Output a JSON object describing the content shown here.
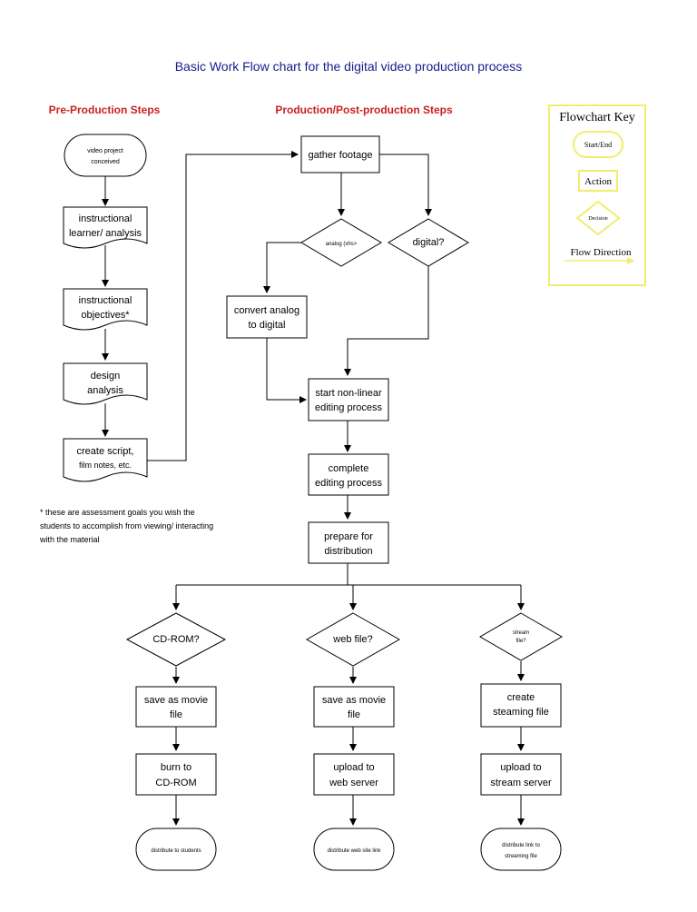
{
  "title": "Basic Work Flow chart for the digital video production process",
  "sections": {
    "pre": "Pre-Production Steps",
    "post": "Production/Post-production Steps"
  },
  "nodes": {
    "video_conceived": [
      "video project",
      "conceived"
    ],
    "instructional_analysis": [
      "instructional",
      "learner/ analysis"
    ],
    "instructional_objectives": [
      "instructional",
      "objectives*"
    ],
    "design_analysis": [
      "design",
      "analysis"
    ],
    "create_script": [
      "create script,",
      "film notes, etc."
    ],
    "gather_footage": [
      "gather footage"
    ],
    "analog": [
      "analog (vhs>"
    ],
    "digital": [
      "digital?"
    ],
    "convert_analog": [
      "convert analog",
      "to digital"
    ],
    "start_editing": [
      "start non-linear",
      "editing process"
    ],
    "complete_editing": [
      "complete",
      "editing process"
    ],
    "prepare_distribution": [
      "prepare for",
      "distribution"
    ],
    "cdrom_q": [
      "CD-ROM?"
    ],
    "webfile_q": [
      "web file?"
    ],
    "stream_q": [
      "stream",
      "file?"
    ],
    "save_movie_1": [
      "save as movie",
      "file"
    ],
    "save_movie_2": [
      "save as movie",
      "file"
    ],
    "create_streaming": [
      "create",
      "steaming file"
    ],
    "burn_cdrom": [
      "burn to",
      "CD-ROM"
    ],
    "upload_web": [
      "upload to",
      "web server"
    ],
    "upload_stream": [
      "upload to",
      "stream server"
    ],
    "distribute_students": [
      "distribute to students"
    ],
    "distribute_weblink": [
      "distribute web site link"
    ],
    "distribute_streaming": [
      "distribute link to",
      "streaming file"
    ]
  },
  "footnote": [
    "* these are assessment goals you wish the",
    "students to accomplish from viewing/ interacting",
    "with the material"
  ],
  "key": {
    "title": "Flowchart Key",
    "start_end": "Start/End",
    "action": "Action",
    "decision": "Decision",
    "flow": "Flow Direction"
  },
  "colors": {
    "title": "#1a1a8c",
    "section": "#cc1f1f",
    "key_border": "#f2ec6e"
  }
}
